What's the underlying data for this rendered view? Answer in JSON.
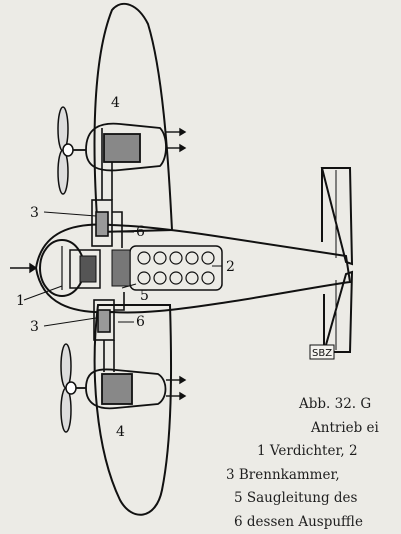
{
  "figure": {
    "labels": [
      "1",
      "2",
      "3",
      "3",
      "4",
      "4",
      "5",
      "6",
      "6"
    ],
    "stamp": "SBZ"
  },
  "caption": {
    "lines": [
      "Abb. 32.  G",
      "Antrieb ei",
      "1 Verdichter,  2",
      "3 Brennkammer,",
      "5 Saugleitung des",
      "6 dessen Auspuffle"
    ]
  }
}
